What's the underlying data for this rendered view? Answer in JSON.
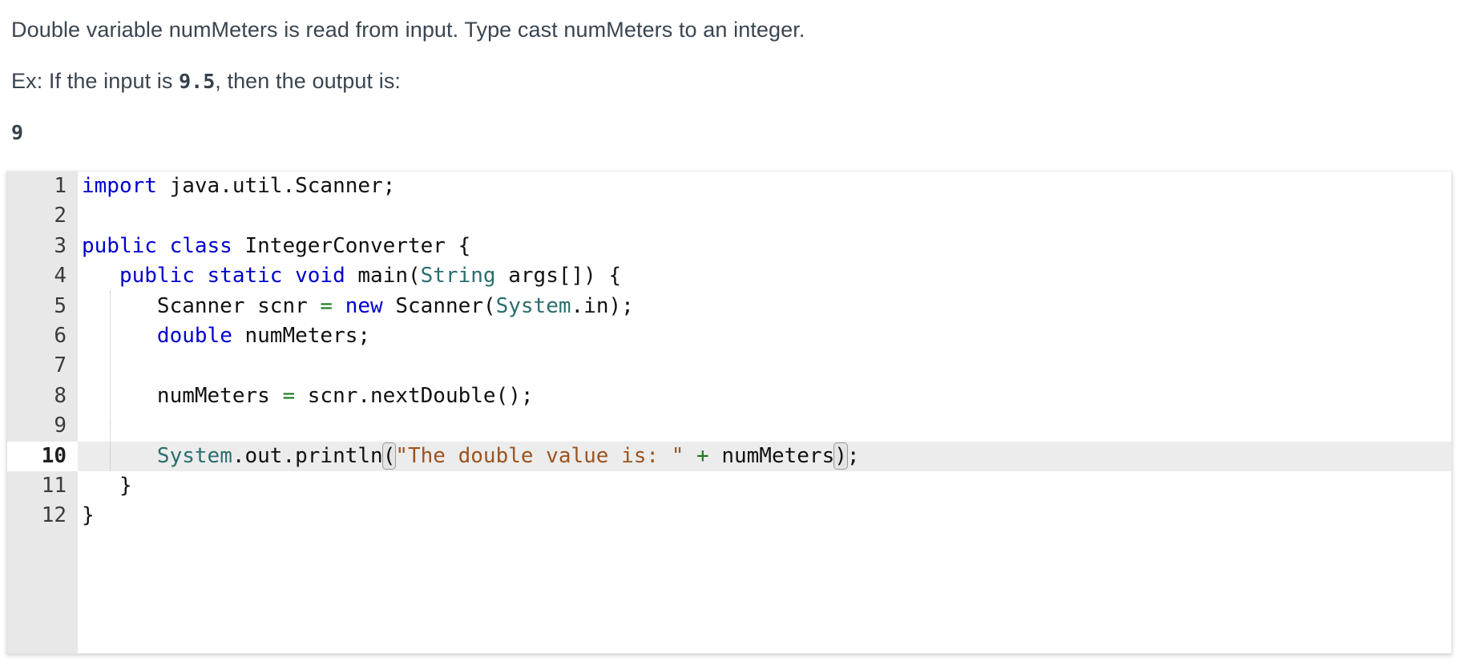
{
  "prompt": {
    "line1": "Double variable numMeters is read from input. Type cast numMeters to an integer.",
    "line2_before": "Ex: If the input is ",
    "line2_code": "9.5",
    "line2_after": ", then the output is:",
    "expected_output": "9"
  },
  "editor": {
    "language": "java",
    "active_line": 10,
    "colors": {
      "keyword": "#0000cf",
      "type": "#2b6e6e",
      "string": "#9c5420",
      "operator": "#1a7a1a",
      "plain": "#111111",
      "gutter_bg": "#e8e8e8",
      "active_line_bg": "#ececec"
    },
    "line_numbers": [
      "1",
      "2",
      "3",
      "4",
      "5",
      "6",
      "7",
      "8",
      "9",
      "10",
      "11",
      "12"
    ],
    "lines": [
      {
        "n": "1",
        "text": "import java.util.Scanner;"
      },
      {
        "n": "2",
        "text": ""
      },
      {
        "n": "3",
        "text": "public class IntegerConverter {"
      },
      {
        "n": "4",
        "text": "   public static void main(String args[]) {"
      },
      {
        "n": "5",
        "text": "      Scanner scnr = new Scanner(System.in);"
      },
      {
        "n": "6",
        "text": "      double numMeters;"
      },
      {
        "n": "7",
        "text": ""
      },
      {
        "n": "8",
        "text": "      numMeters = scnr.nextDouble();"
      },
      {
        "n": "9",
        "text": ""
      },
      {
        "n": "10",
        "text": "      System.out.println(\"The double value is: \" + numMeters);"
      },
      {
        "n": "11",
        "text": "   }"
      },
      {
        "n": "12",
        "text": "}"
      }
    ],
    "tokens": {
      "l1_a": "import",
      "l1_b": " java.util.Scanner;",
      "l3_a": "public class",
      "l3_b": " IntegerConverter {",
      "l4_a": "   ",
      "l4_b": "public static void",
      "l4_c": " main(",
      "l4_d": "String",
      "l4_e": " args[]) {",
      "l5_a": "      Scanner scnr ",
      "l5_b": "=",
      "l5_c": " ",
      "l5_d": "new",
      "l5_e": " Scanner(",
      "l5_f": "System",
      "l5_g": ".in);",
      "l6_a": "      ",
      "l6_b": "double",
      "l6_c": " numMeters;",
      "l8_a": "      numMeters ",
      "l8_b": "=",
      "l8_c": " scnr.nextDouble();",
      "l10_a": "      ",
      "l10_b": "System",
      "l10_c": ".out.println",
      "l10_d": "(",
      "l10_e": "\"The double value is: \"",
      "l10_f": " ",
      "l10_g": "+",
      "l10_h": " numMeters",
      "l10_i": ")",
      "l10_j": ";",
      "l11_a": "   }",
      "l12_a": "}"
    }
  }
}
